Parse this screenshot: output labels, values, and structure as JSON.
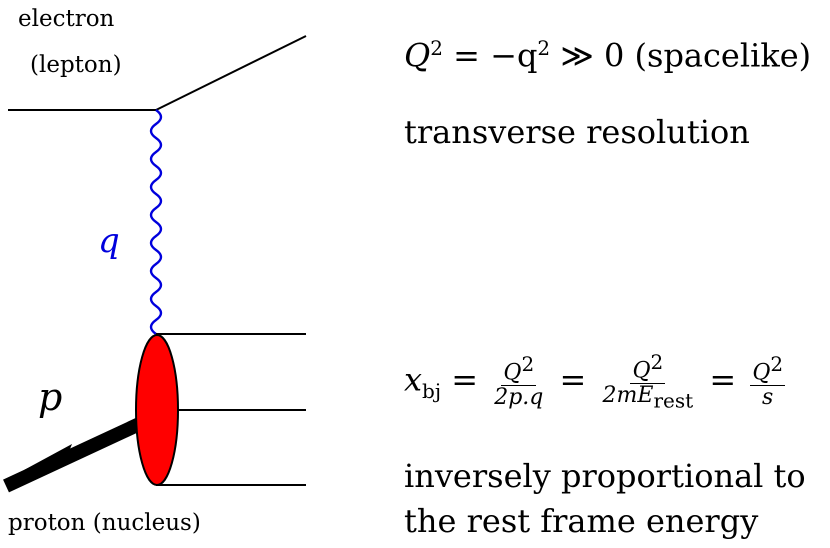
{
  "diagram": {
    "labels": {
      "electron_line1": "electron",
      "electron_line2": "(lepton)",
      "photon": "q",
      "proton_symbol": "p",
      "proton_caption": "proton (nucleus)"
    },
    "text": {
      "q2_lhs": "Q",
      "q2_exp": "2",
      "q2_rhs": " = −q",
      "q2_rhs_exp": "2",
      "q2_tail": " ≫ 0 (spacelike)",
      "resolution": "transverse resolution",
      "xbj_var": "x",
      "xbj_sub": "bj",
      "eq1": "=",
      "frac1_num_q": "Q",
      "frac1_num_exp": "2",
      "frac1_den": "2p.q",
      "eq2": "=",
      "frac2_num_q": "Q",
      "frac2_num_exp": "2",
      "frac2_den_prefix": "2mE",
      "frac2_den_sub": "rest",
      "eq3": "=",
      "frac3_num_q": "Q",
      "frac3_num_exp": "2",
      "frac3_den": "s",
      "conclusion_line1": "inversely proportional to",
      "conclusion_line2": "the rest frame energy"
    },
    "colors": {
      "photon": "#0000dd",
      "proton_blob": "#ff0000",
      "lines": "#000000"
    }
  }
}
